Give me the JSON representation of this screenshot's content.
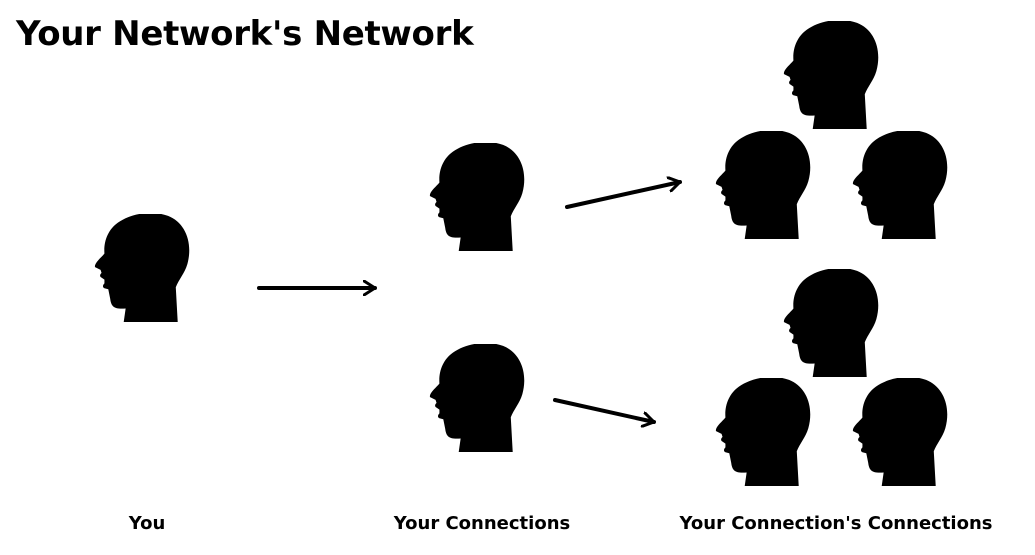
{
  "title": "Your Network's Network",
  "columns": {
    "you": "You",
    "connections": "Your Connections",
    "connections_of_connections": "Your Connection's Connections"
  },
  "colors": {
    "ink": "#000000",
    "background": "#ffffff"
  },
  "icon": "head-silhouette-icon"
}
